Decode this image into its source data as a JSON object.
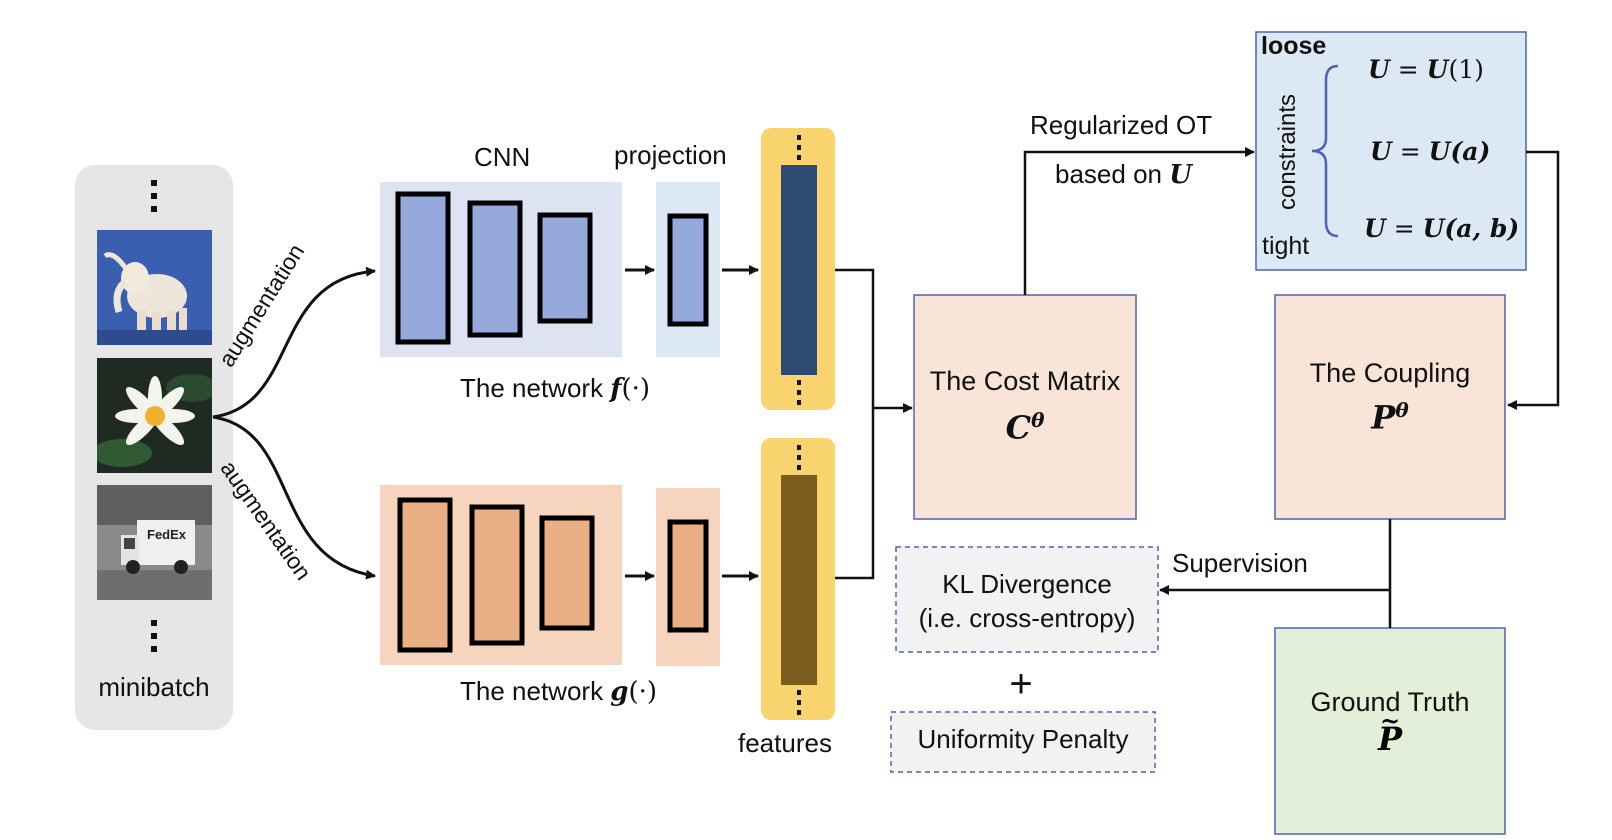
{
  "minibatch": {
    "label": "minibatch"
  },
  "augmentation": {
    "top": "augmentation",
    "bottom": "augmentation"
  },
  "network_f": {
    "cnn_label": "CNN",
    "projection_label": "projection",
    "caption_prefix": "The network ",
    "fn": "f",
    "args": "(·)"
  },
  "network_g": {
    "caption_prefix": "The network ",
    "fn": "g",
    "args": "(·)"
  },
  "features": {
    "label": "features"
  },
  "ot": {
    "line1": "Regularized OT",
    "line2_prefix": "based on ",
    "line2_var": "U"
  },
  "constraints": {
    "loose": "loose",
    "tight": "tight",
    "axis": "constraints",
    "eq1": {
      "lhs": "U",
      "eq": " = ",
      "fn": "U",
      "args": "(1)"
    },
    "eq2": {
      "lhs": "U",
      "eq": " = ",
      "fn": "U",
      "args": "(a)"
    },
    "eq3": {
      "lhs": "U",
      "eq": " = ",
      "fn": "U",
      "args": "(a, b)"
    }
  },
  "cost_matrix": {
    "title": "The Cost Matrix",
    "symbol": "C",
    "sup": "θ"
  },
  "coupling": {
    "title": "The Coupling",
    "symbol": "P",
    "sup": "θ"
  },
  "ground_truth": {
    "title": "Ground Truth",
    "symbol": "P",
    "accent": "~"
  },
  "loss": {
    "kl_line1": "KL Divergence",
    "kl_line2": "(i.e. cross-entropy)",
    "plus": "+",
    "uniformity": "Uniformity Penalty"
  },
  "supervision": {
    "label": "Supervision"
  },
  "colors": {
    "panel_grey": "#e6e6e6",
    "blue_bg": "#dde3f0",
    "blue_block": "#96a9dc",
    "orange_bg": "#f6d4bd",
    "orange_block": "#eab085",
    "feature_yellow": "#f8d36e",
    "feature_blue": "#2d4a73",
    "feature_brown": "#7a5c1e",
    "peach": "#f8e5d8",
    "green": "#e3efd9",
    "constraint_bg": "#dde8f5",
    "loss_bg": "#f2f2f2",
    "edge_blue": "#4a64b4"
  }
}
